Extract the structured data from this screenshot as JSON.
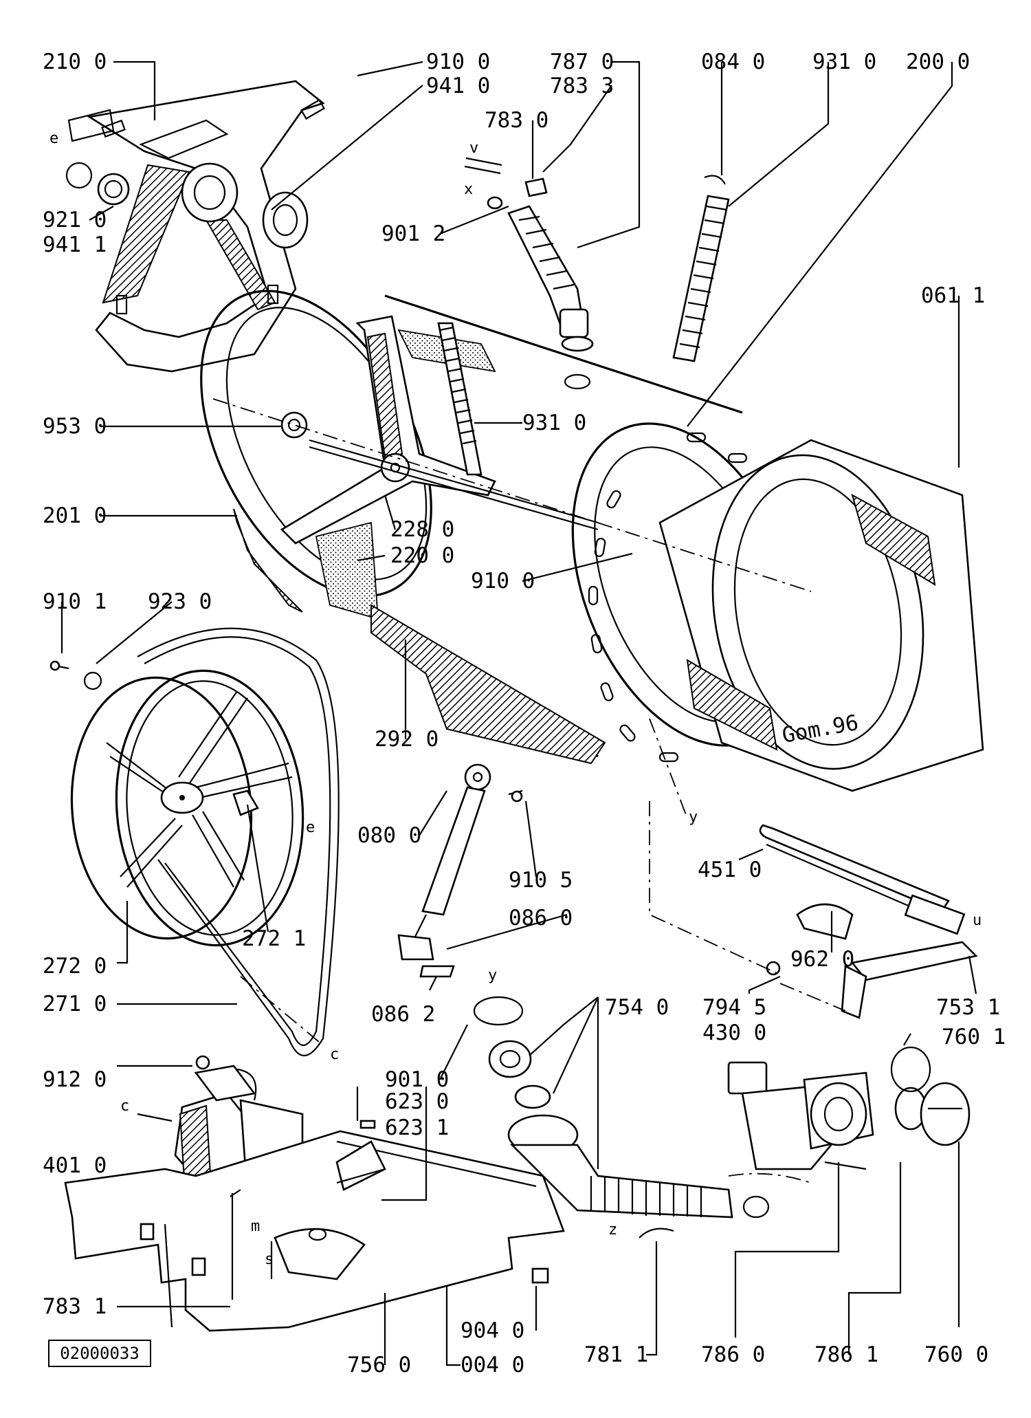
{
  "document_code": "02000033",
  "signature": "Gom.96",
  "letter_markers": {
    "v": "v",
    "x": "x",
    "y_upper": "y",
    "y_lower": "y",
    "z": "z",
    "u": "u",
    "c_belt": "c",
    "c_motor": "c",
    "e_top": "e",
    "e_wheel": "e",
    "m": "m",
    "s": "s"
  },
  "part_labels": {
    "p210_0": "210 0",
    "p910_0_top": "910 0",
    "p941_0": "941 0",
    "p787_0": "787 0",
    "p783_3": "783 3",
    "p084_0": "084 0",
    "p931_0_top": "931 0",
    "p200_0": "200 0",
    "p783_0": "783 0",
    "p921_0": "921 0",
    "p941_1": "941 1",
    "p901_2": "901 2",
    "p061_1": "061 1",
    "p953_0": "953 0",
    "p931_0_mid": "931 0",
    "p201_0": "201 0",
    "p228_0": "228 0",
    "p220_0": "220 0",
    "p910_0_mid": "910 0",
    "p910_1": "910 1",
    "p923_0": "923 0",
    "p292_0": "292 0",
    "p080_0": "080 0",
    "p910_5": "910 5",
    "p451_0": "451 0",
    "p272_1": "272 1",
    "p086_0": "086 0",
    "p962_0": "962 0",
    "p272_0": "272 0",
    "p271_0": "271 0",
    "p086_2": "086 2",
    "p754_0": "754 0",
    "p794_5": "794 5",
    "p753_1": "753 1",
    "p430_0": "430 0",
    "p760_1": "760 1",
    "p901_0": "901 0",
    "p912_0": "912 0",
    "p623_0": "623 0",
    "p623_1": "623 1",
    "p401_0": "401 0",
    "p783_1": "783 1",
    "p904_0": "904 0",
    "p756_0": "756 0",
    "p004_0": "004 0",
    "p781_1": "781 1",
    "p786_0": "786 0",
    "p786_1": "786 1",
    "p760_0": "760 0"
  }
}
